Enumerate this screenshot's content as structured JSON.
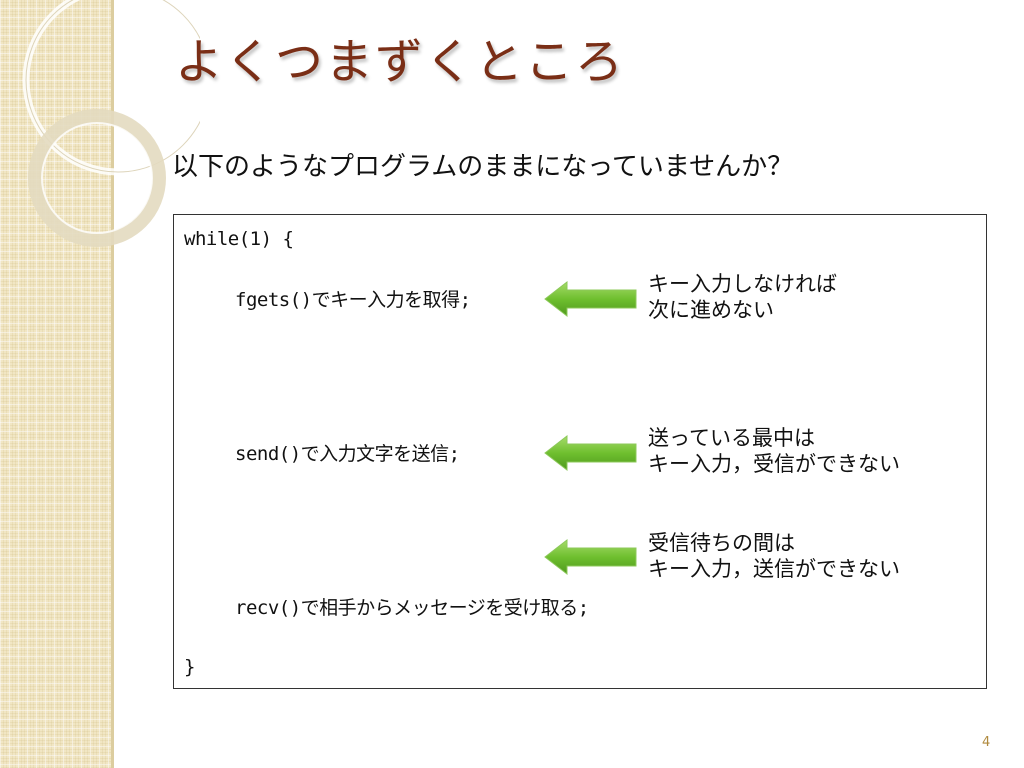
{
  "slide": {
    "title": "よくつまずくところ",
    "subtitle": "以下のようなプログラムのままになっていませんか？",
    "page_number": "4"
  },
  "code": {
    "line_while": "while(1) {",
    "line_fgets": "fgets()でキー入力を取得;",
    "line_send": "send()で入力文字を送信;",
    "line_recv": "recv()で相手からメッセージを受け取る;",
    "line_close": "}"
  },
  "notes": [
    {
      "line1": "キー入力しなければ",
      "line2": "次に進めない"
    },
    {
      "line1": "送っている最中は",
      "line2": "キー入力，受信ができない"
    },
    {
      "line1": "受信待ちの間は",
      "line2": "キー入力，送信ができない"
    }
  ],
  "colors": {
    "title": "#7a2e16",
    "arrow_green": "#6fbf2f",
    "sidebar": "#f1e6c4"
  },
  "icons": [
    "left-arrow-icon"
  ]
}
